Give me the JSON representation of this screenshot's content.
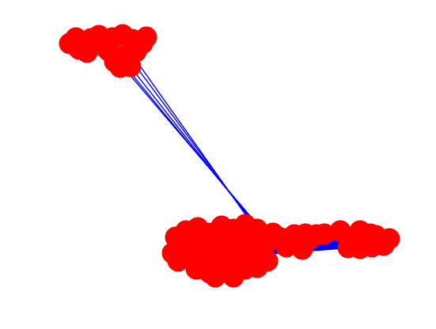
{
  "colors": {
    "node_fill": "#ff0000",
    "edge_stroke": "#0000ff",
    "background": "#ffffff"
  },
  "graph": {
    "description_visible_text": "",
    "cluster_names": [
      "top-left-cluster",
      "bottom-main-cluster",
      "bottom-middle-cluster",
      "bottom-right-cluster"
    ],
    "axes_visible": false,
    "node_labels_visible": false
  }
}
